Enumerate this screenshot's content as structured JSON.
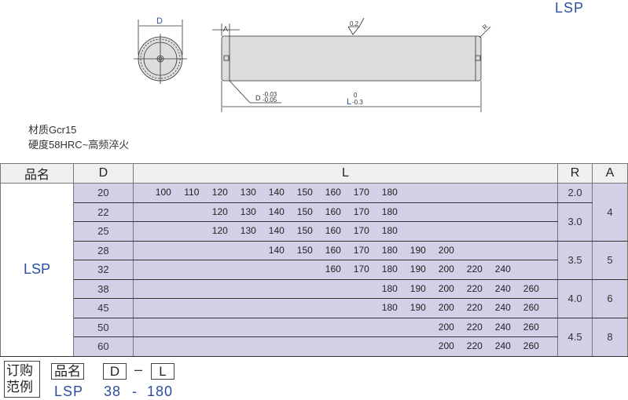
{
  "title": "LSP",
  "drawing": {
    "dia_label": "D",
    "a_label": "A",
    "roughness": "0.2",
    "r_label": "R",
    "d_tol_label": "D",
    "d_tol_upper": "-0.03",
    "d_tol_lower": "-0.05",
    "l_tol_upper": "0",
    "l_label": "L",
    "l_tol_lower": "-0.3"
  },
  "material": "材质Gcr15",
  "hardness": "硬度58HRC~高频淬火",
  "table": {
    "headers": {
      "name": "品名",
      "d": "D",
      "l": "L",
      "r": "R",
      "a": "A"
    },
    "product": "LSP",
    "rows": [
      {
        "d": "20",
        "l": [
          "100",
          "110",
          "120",
          "130",
          "140",
          "150",
          "160",
          "170",
          "180",
          "",
          "",
          "",
          "",
          ""
        ]
      },
      {
        "d": "22",
        "l": [
          "",
          "",
          "120",
          "130",
          "140",
          "150",
          "160",
          "170",
          "180",
          "",
          "",
          "",
          "",
          ""
        ]
      },
      {
        "d": "25",
        "l": [
          "",
          "",
          "120",
          "130",
          "140",
          "150",
          "160",
          "170",
          "180",
          "",
          "",
          "",
          "",
          ""
        ]
      },
      {
        "d": "28",
        "l": [
          "",
          "",
          "",
          "",
          "140",
          "150",
          "160",
          "170",
          "180",
          "190",
          "200",
          "",
          "",
          ""
        ]
      },
      {
        "d": "32",
        "l": [
          "",
          "",
          "",
          "",
          "",
          "",
          "160",
          "170",
          "180",
          "190",
          "200",
          "220",
          "240",
          ""
        ]
      },
      {
        "d": "38",
        "l": [
          "",
          "",
          "",
          "",
          "",
          "",
          "",
          "",
          "180",
          "190",
          "200",
          "220",
          "240",
          "260"
        ]
      },
      {
        "d": "45",
        "l": [
          "",
          "",
          "",
          "",
          "",
          "",
          "",
          "",
          "180",
          "190",
          "200",
          "220",
          "240",
          "260"
        ]
      },
      {
        "d": "50",
        "l": [
          "",
          "",
          "",
          "",
          "",
          "",
          "",
          "",
          "",
          "",
          "200",
          "220",
          "240",
          "260"
        ]
      },
      {
        "d": "60",
        "l": [
          "",
          "",
          "",
          "",
          "",
          "",
          "",
          "",
          "",
          "",
          "200",
          "220",
          "240",
          "260"
        ]
      }
    ],
    "r_groups": [
      {
        "v": "2.0",
        "span": 1
      },
      {
        "v": "3.0",
        "span": 2
      },
      {
        "v": "3.5",
        "span": 2
      },
      {
        "v": "4.0",
        "span": 2
      },
      {
        "v": "4.5",
        "span": 2
      }
    ],
    "a_groups": [
      {
        "v": "4",
        "span": 3
      },
      {
        "v": "5",
        "span": 2
      },
      {
        "v": "6",
        "span": 2
      },
      {
        "v": "8",
        "span": 2
      }
    ]
  },
  "order": {
    "label1": "订购",
    "label2": "范例",
    "name_box": "品名",
    "d_box": "D",
    "dash": "–",
    "l_box": "L",
    "ex_name": "LSP",
    "ex_d": "38",
    "ex_dash": "-",
    "ex_l": "180"
  }
}
